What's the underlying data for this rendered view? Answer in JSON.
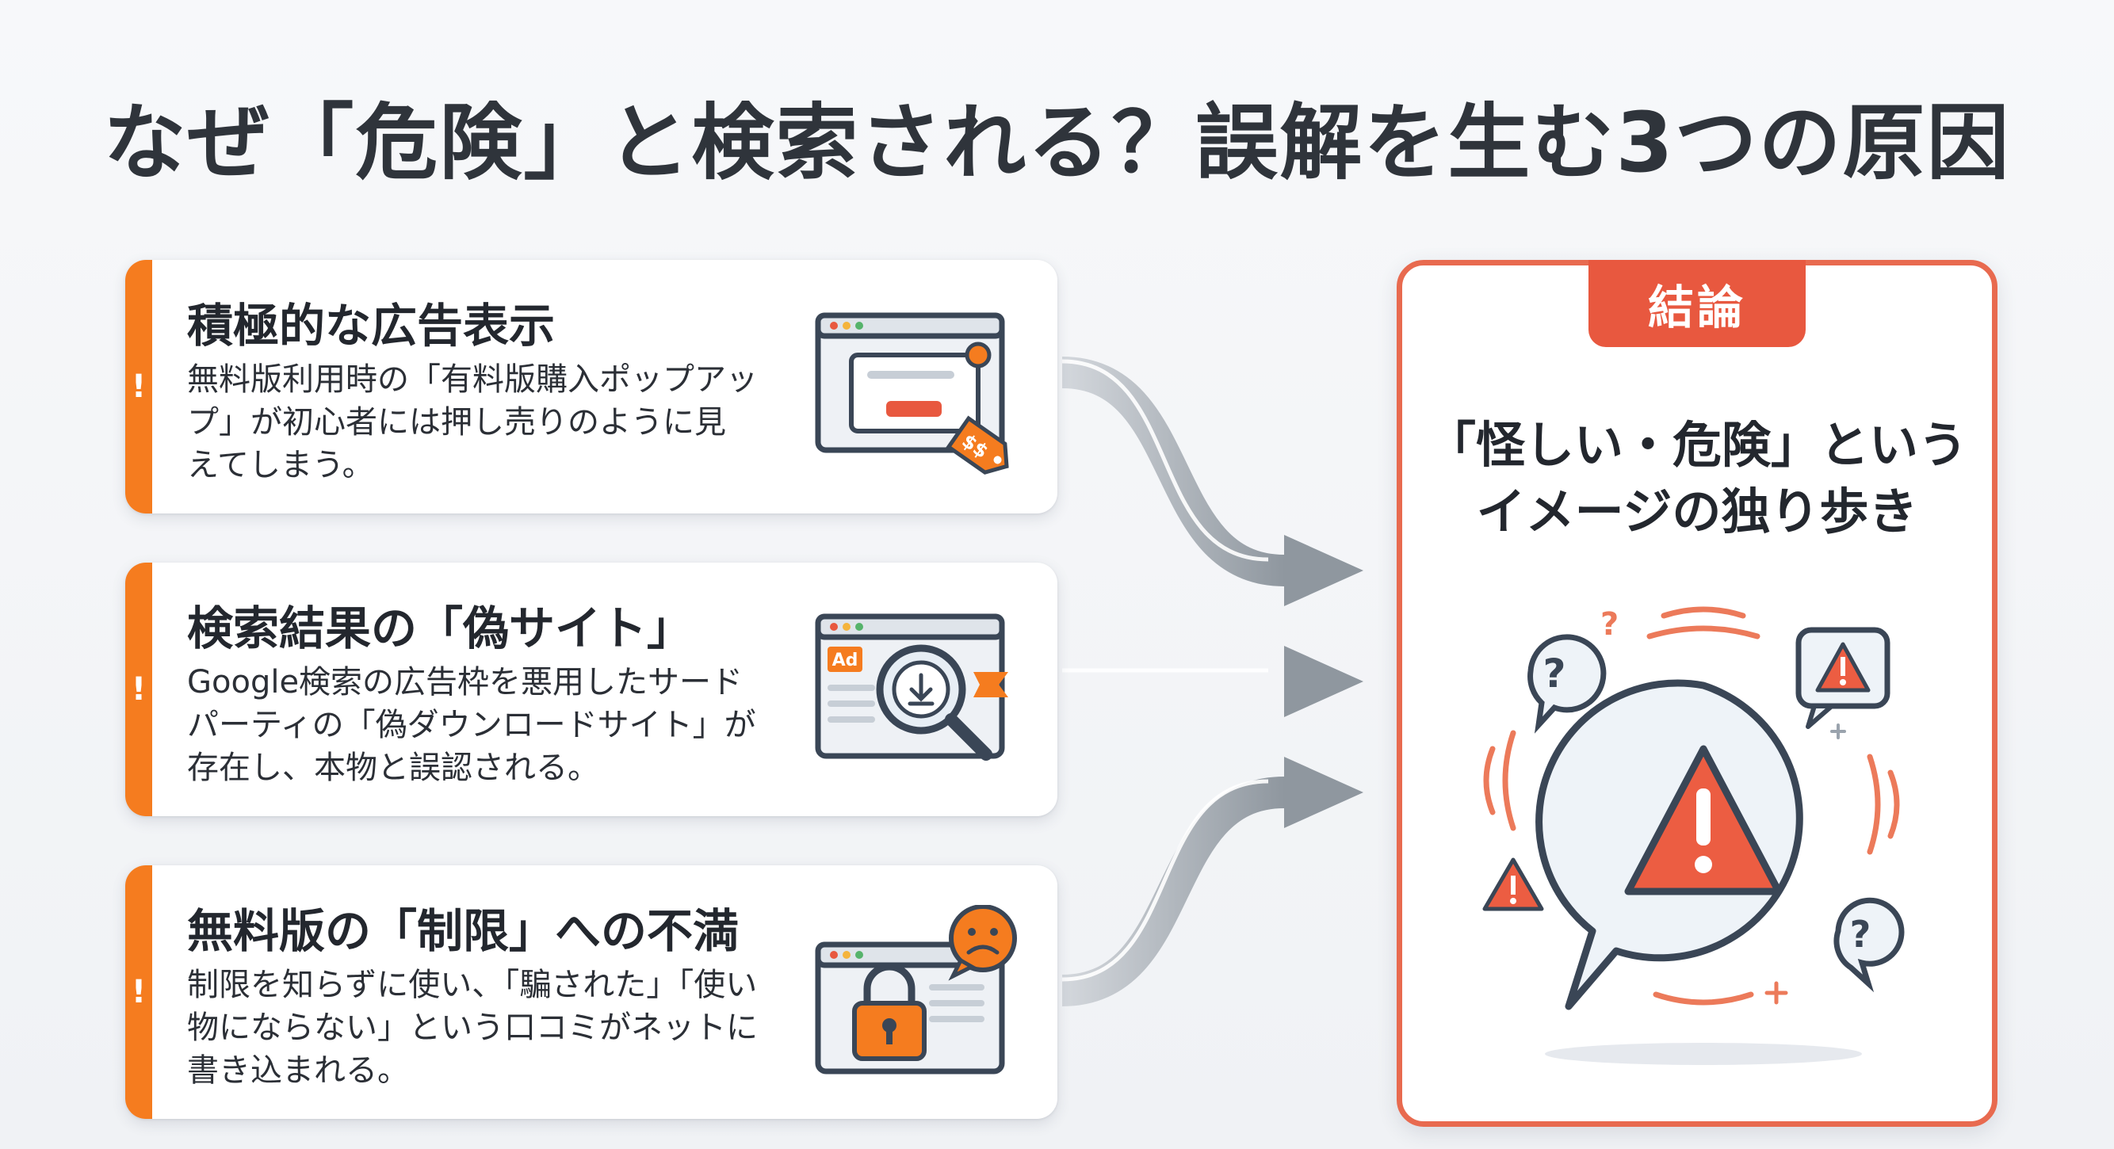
{
  "title": "なぜ「危険」と検索される？誤解を生む3つの原因",
  "causes": [
    {
      "heading": "積極的な広告表示",
      "body": "無料版利用時の「有料版購入ポップアッ\nプ」が初心者には押し売りのように見\nえてしまう。",
      "icon": "browser-popup-price-tag-icon"
    },
    {
      "heading": "検索結果の「偽サイト」",
      "body": "Google検索の広告枠を悪用したサード\nパーティの「偽ダウンロードサイト」が\n存在し、本物と誤認される。",
      "icon": "ad-search-magnifier-download-icon",
      "icon_label": "Ad"
    },
    {
      "heading": "無料版の「制限」への不満",
      "body": "制限を知らずに使い、「騙された」「使い\n物にならない」という口コミがネットに\n書き込まれる。",
      "icon": "browser-padlock-sad-face-icon"
    }
  ],
  "conclusion": {
    "badge": "結論",
    "text": "「怪しい・危険」という\nイメージの独り歩き",
    "icon": "warning-speech-bubble-icon"
  },
  "colors": {
    "accent_orange": "#f57c1f",
    "conclusion_red": "#e8583f",
    "arrow_gray": "#a9b0b8",
    "text_dark": "#23272e"
  }
}
